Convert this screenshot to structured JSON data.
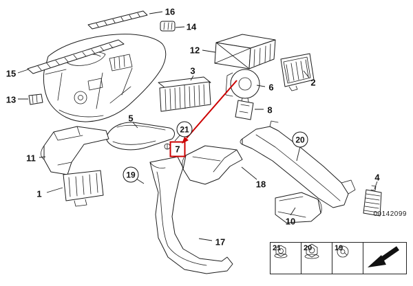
{
  "diagram": {
    "id_number": "00142099",
    "highlight_color": "#cc0000",
    "line_color": "#1a1a1a",
    "background": "#ffffff",
    "description": "Exploded parts diagram of dashboard air ducts and vents with numbered callouts; item 7 highlighted by red arrow and red box"
  },
  "callouts": [
    {
      "label": "16"
    },
    {
      "label": "14"
    },
    {
      "label": "12"
    },
    {
      "label": "15"
    },
    {
      "label": "13"
    },
    {
      "label": "3"
    },
    {
      "label": "6"
    },
    {
      "label": "2"
    },
    {
      "label": "8"
    },
    {
      "label": "5"
    },
    {
      "label": "21",
      "circled": true
    },
    {
      "label": "7",
      "highlighted": true
    },
    {
      "label": "11"
    },
    {
      "label": "1"
    },
    {
      "label": "19",
      "circled": true
    },
    {
      "label": "18"
    },
    {
      "label": "20",
      "circled": true
    },
    {
      "label": "4"
    },
    {
      "label": "10"
    },
    {
      "label": "17"
    }
  ],
  "legend": {
    "items": [
      {
        "label": "21",
        "icon": "flange-nut-icon"
      },
      {
        "label": "20",
        "icon": "hex-nut-icon"
      },
      {
        "label": "19",
        "icon": "grommet-icon"
      },
      {
        "label": "",
        "icon": "direction-arrow-icon"
      }
    ]
  }
}
